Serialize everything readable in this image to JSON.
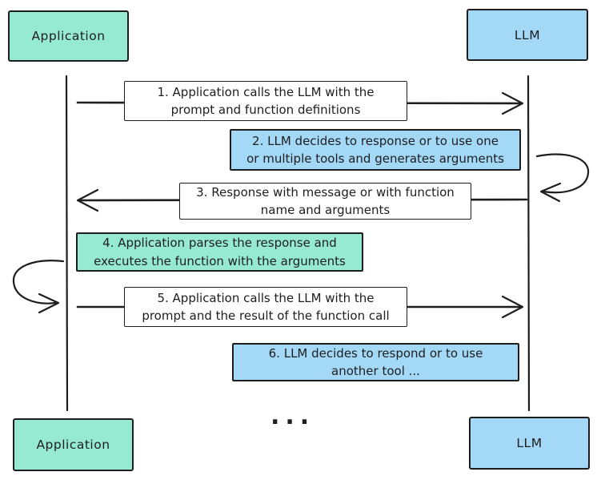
{
  "diagram": {
    "type": "sequence",
    "actors": {
      "application_top": {
        "label": "Application"
      },
      "llm_top": {
        "label": "LLM"
      },
      "application_bottom": {
        "label": "Application"
      },
      "llm_bottom": {
        "label": "LLM"
      }
    },
    "messages": [
      {
        "style": "white",
        "direction": "application-to-llm",
        "lines": [
          "1. Application calls the LLM with the",
          "prompt and function definitions"
        ]
      },
      {
        "style": "blue",
        "direction": "llm-self-loop",
        "lines": [
          "2. LLM decides to response or to use one",
          "or multiple tools and generates arguments"
        ]
      },
      {
        "style": "white",
        "direction": "llm-to-application",
        "lines": [
          "3. Response with message or with function",
          "name and arguments"
        ]
      },
      {
        "style": "green",
        "direction": "application-self-loop",
        "lines": [
          "4. Application parses the response and",
          "executes the function with the arguments"
        ]
      },
      {
        "style": "white",
        "direction": "application-to-llm",
        "lines": [
          "5. Application calls the LLM with the",
          "prompt and the result of the function call"
        ]
      },
      {
        "style": "blue",
        "direction": "none",
        "lines": [
          "6. LLM decides to respond or to use",
          "another tool ..."
        ]
      }
    ],
    "ellipsis": "...",
    "colors": {
      "application_fill": "#96ead2",
      "llm_fill": "#a3d8f7",
      "stroke": "#1e1e1e",
      "message_fill": "#ffffff"
    }
  }
}
